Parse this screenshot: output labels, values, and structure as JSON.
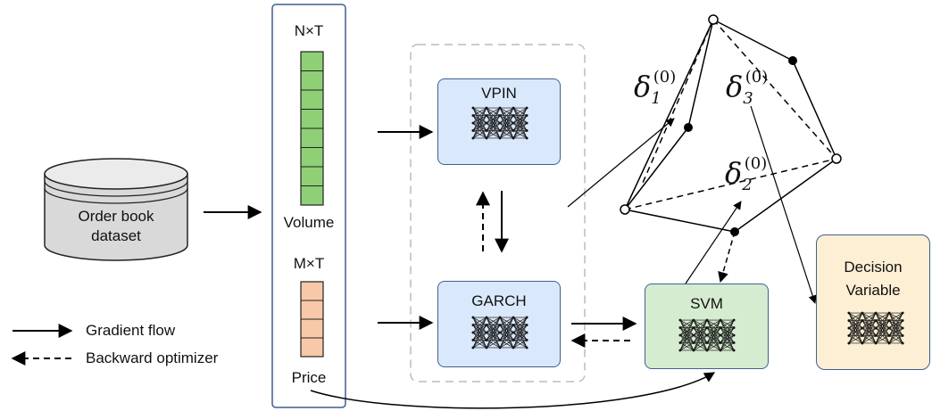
{
  "dataset": {
    "line1": "Order book",
    "line2": "dataset"
  },
  "input": {
    "volume_dim": "N×T",
    "volume_label": "Volume",
    "price_dim": "M×T",
    "price_label": "Price"
  },
  "models": {
    "vpin": "VPIN",
    "garch": "GARCH",
    "svm": "SVM",
    "decision_line1": "Decision",
    "decision_line2": "Variable"
  },
  "deltas": [
    {
      "symbol": "δ",
      "sub": "1",
      "sup": "(0)"
    },
    {
      "symbol": "δ",
      "sub": "3",
      "sup": "(0)"
    },
    {
      "symbol": "δ",
      "sub": "2",
      "sup": "(0)"
    }
  ],
  "legend": {
    "solid": "Gradient flow",
    "dashed": "Backward optimizer"
  },
  "colors": {
    "volume_cell": "#8fcf76",
    "price_cell": "#f7c9a9",
    "model_fill": "#dae8fb",
    "svm_fill": "#d6ecd0",
    "decision_fill": "#fcefd3",
    "input_border": "#3f5f8f",
    "dashed_border": "#bbbbbb"
  }
}
